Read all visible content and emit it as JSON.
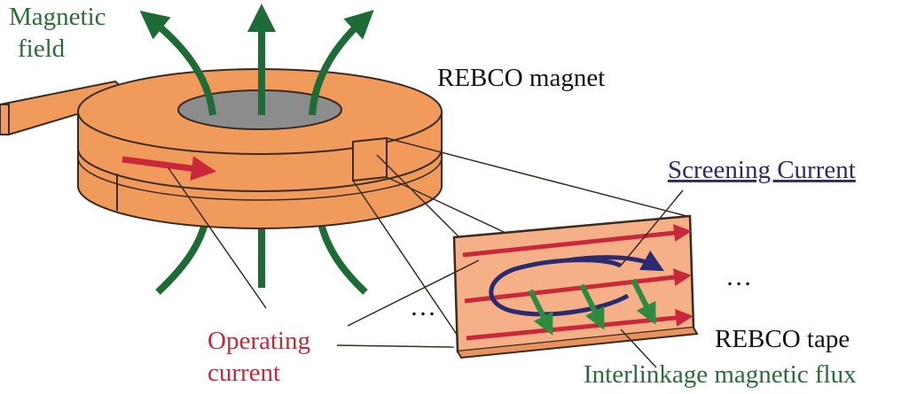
{
  "labels": {
    "magnetic_field": [
      "Magnetic",
      "field"
    ],
    "magnet": "REBCO magnet",
    "screening_current": "Screening Current",
    "operating_current": [
      "Operating",
      "current"
    ],
    "tape": "REBCO tape",
    "flux": "Interlinkage magnetic flux",
    "ellipsis": "…"
  },
  "colors": {
    "magnet_fill": "#F09A5C",
    "magnet_stroke": "#3A2A20",
    "bore": "#8C8C8C",
    "tape_fill": "#F6B088",
    "field_green": "#1E6B35",
    "current_red": "#C8283A",
    "screening_navy": "#2A2A6E",
    "label_green": "#2E6B3A",
    "label_red": "#C8283A"
  }
}
